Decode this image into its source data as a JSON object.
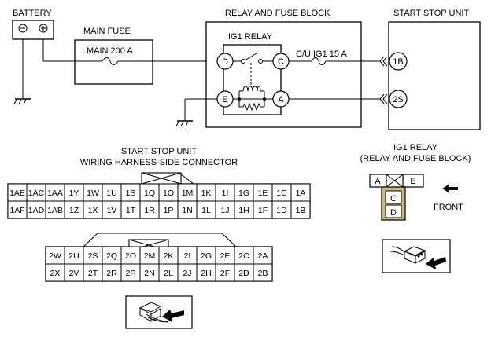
{
  "labels": {
    "battery": "BATTERY",
    "main_fuse": "MAIN FUSE",
    "main_fuse_rating": "MAIN 200 A",
    "relay_block": "RELAY AND FUSE BLOCK",
    "ig1_relay": "IG1 RELAY",
    "cu_fuse": "C/U IG1 15 A",
    "start_stop_unit": "START STOP UNIT",
    "connector_title_1": "START STOP UNIT",
    "connector_title_2": "WIRING HARNESS-SIDE CONNECTOR",
    "relay_title_1": "IG1 RELAY",
    "relay_title_2": "(RELAY AND FUSE BLOCK)",
    "front": "FRONT"
  },
  "battery_terminals": {
    "minus": "⊖",
    "plus": "⊕"
  },
  "relay_terminals": {
    "d": "D",
    "c": "C",
    "e": "E",
    "a": "A"
  },
  "unit_terminals": {
    "t1": "1B",
    "t2": "2S"
  },
  "connector_upper": {
    "row1": [
      "1AE",
      "1AC",
      "1AA",
      "1Y",
      "1W",
      "1U",
      "1S",
      "1Q",
      "1O",
      "1M",
      "1K",
      "1I",
      "1G",
      "1E",
      "1C",
      "1A"
    ],
    "row2": [
      "1AF",
      "1AD",
      "1AB",
      "1Z",
      "1X",
      "1V",
      "1T",
      "1R",
      "1P",
      "1N",
      "1L",
      "1J",
      "1H",
      "1F",
      "1D",
      "1B"
    ]
  },
  "connector_lower": {
    "row1": [
      "2W",
      "2U",
      "2S",
      "2Q",
      "2O",
      "2M",
      "2K",
      "2I",
      "2G",
      "2E",
      "2C",
      "2A"
    ],
    "row2": [
      "2X",
      "2V",
      "2T",
      "2R",
      "2P",
      "2N",
      "2L",
      "2J",
      "2H",
      "2F",
      "2D",
      "2B"
    ]
  },
  "relay_connector": {
    "a": "A",
    "e": "E",
    "c": "C",
    "d": "D"
  },
  "icons": [
    "ground-symbol-icon",
    "fuse-icon",
    "switch-icon",
    "coil-icon",
    "arrow-left-icon",
    "connector-plug-icon",
    "arrow-icon"
  ]
}
